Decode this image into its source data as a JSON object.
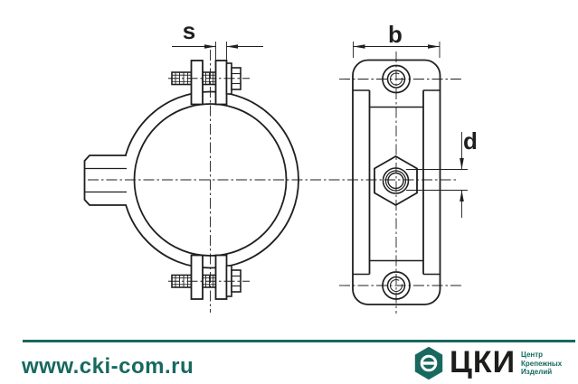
{
  "drawing": {
    "dimensions": {
      "s": "s",
      "b": "b",
      "d": "d"
    }
  },
  "footer": {
    "website": "www.cki-com.ru",
    "logo_text": "ЦКИ",
    "logo_sub": [
      "Центр",
      "Крепежных",
      "Изделий"
    ]
  },
  "theme": {
    "accent_color": "#17695f",
    "line_color": "#1f1f1f",
    "background": "#ffffff"
  }
}
